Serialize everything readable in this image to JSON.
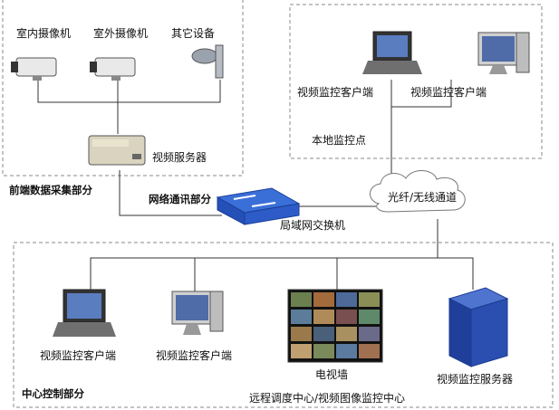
{
  "front_zone": {
    "title": "前端数据采集部分",
    "indoor_camera": "室内摄像机",
    "outdoor_camera": "室外摄像机",
    "other_device": "其它设备",
    "video_server": "视频服务器"
  },
  "local_zone": {
    "title": "本地监控点",
    "client_laptop": "视频监控客户端",
    "client_desktop": "视频监控客户端"
  },
  "network": {
    "title": "网络通讯部分",
    "switch": "局域网交换机",
    "fiber": "光纤/无线通道"
  },
  "center_zone": {
    "title": "中心控制部分",
    "subtitle": "远程调度中心/视频图像监控中心",
    "client_laptop": "视频监控客户端",
    "client_desktop": "视频监控客户端",
    "tv_wall": "电视墙",
    "server": "视频监控服务器"
  },
  "colors": {
    "switch": "#3a6fd8",
    "laptop_screen": "#5a7dc0",
    "server": "#2a4fb0",
    "border": "#888888"
  }
}
